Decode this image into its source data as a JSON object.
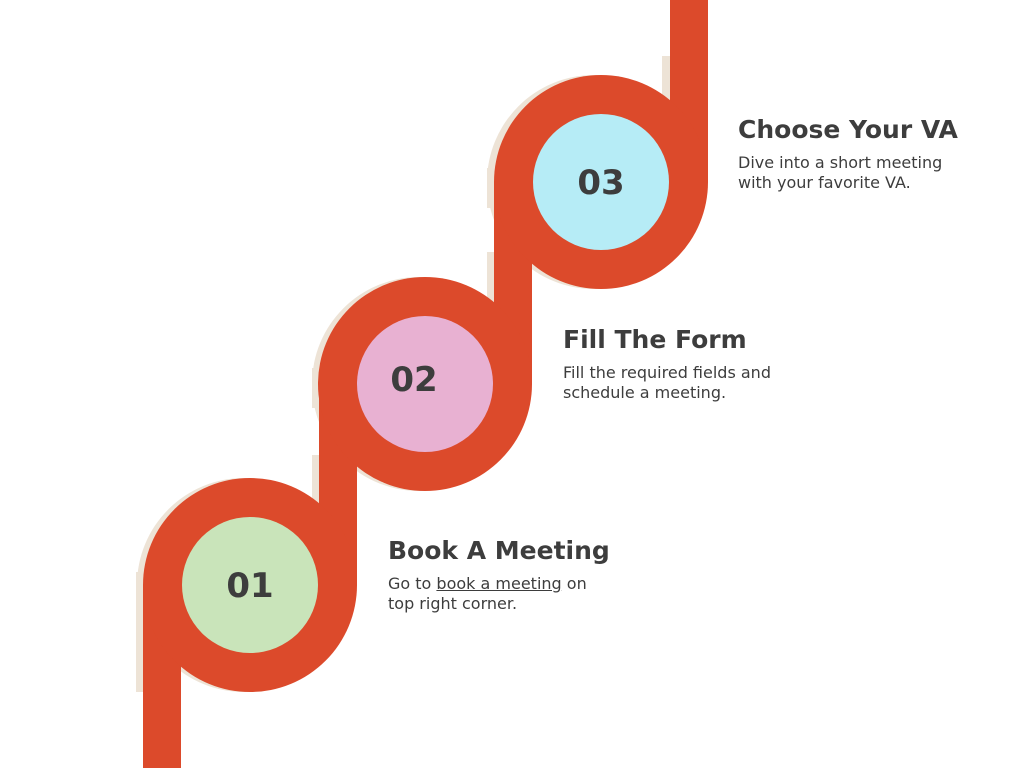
{
  "colors": {
    "ribbon": "#DC4A2B",
    "shadow": "#EDE3D6",
    "text": "#3D3D3D",
    "step1_fill": "#C9E4BA",
    "step2_fill": "#E8B1D2",
    "step3_fill": "#B6ECF6"
  },
  "steps": [
    {
      "number": "01",
      "title": "Book A Meeting",
      "desc_before": "Go to ",
      "desc_link": "book a meeting",
      "desc_after": " on",
      "desc_line2": "top right corner."
    },
    {
      "number": "02",
      "title": "Fill The Form",
      "desc_line1": "Fill the required fields and",
      "desc_line2": "schedule a meeting."
    },
    {
      "number": "03",
      "title": "Choose Your VA",
      "desc_line1": "Dive into a short meeting",
      "desc_line2": "with your favorite VA."
    }
  ]
}
